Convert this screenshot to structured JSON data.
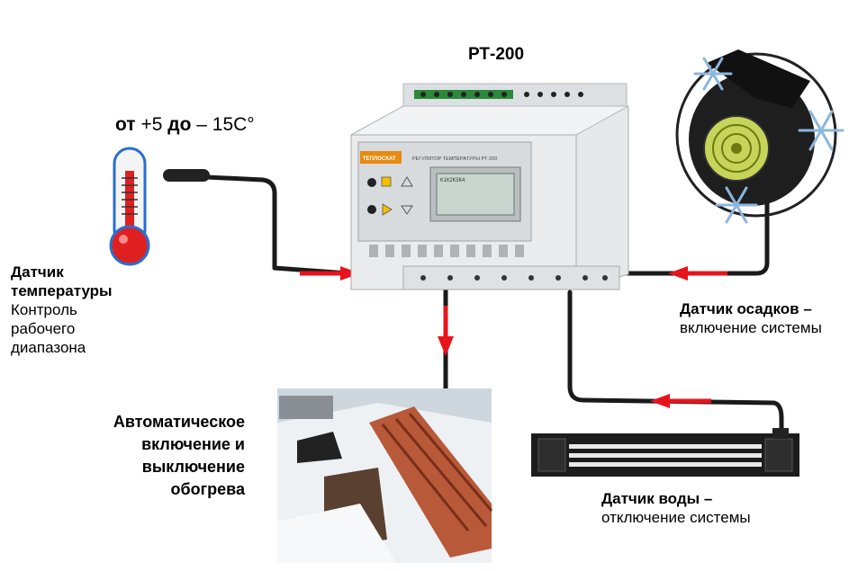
{
  "device": {
    "title": "РТ-200",
    "brand": "ТЕПЛОСКАТ",
    "panel_caption": "РЕГУЛЯТОР ТЕМПЕРАТУРЫ РТ-200",
    "lcd_text": "К1К2К3К4"
  },
  "temp_range": {
    "from_word": "от",
    "from_value": "+5",
    "to_word": "до",
    "to_value": "– 15С°"
  },
  "temp_sensor": {
    "title_line1": "Датчик",
    "title_line2": "температуры",
    "desc_line1": "Контроль",
    "desc_line2": "рабочего",
    "desc_line3": "диапазона"
  },
  "rain_sensor": {
    "title": "Датчик осадков  –",
    "desc": "включение системы"
  },
  "water_sensor": {
    "title": "Датчик  воды –",
    "desc": "отключение системы"
  },
  "heating": {
    "line1": "Автоматическое",
    "line2": "включение и",
    "line3": "выключение",
    "line4": "обогрева"
  },
  "colors": {
    "arrow": "#e8141b",
    "cable": "#1a1a1a",
    "device_body": "#e6e8ea",
    "lcd": "#c9d6cf",
    "terminal": "#2a8a3a",
    "thermo_red": "#e02020"
  }
}
